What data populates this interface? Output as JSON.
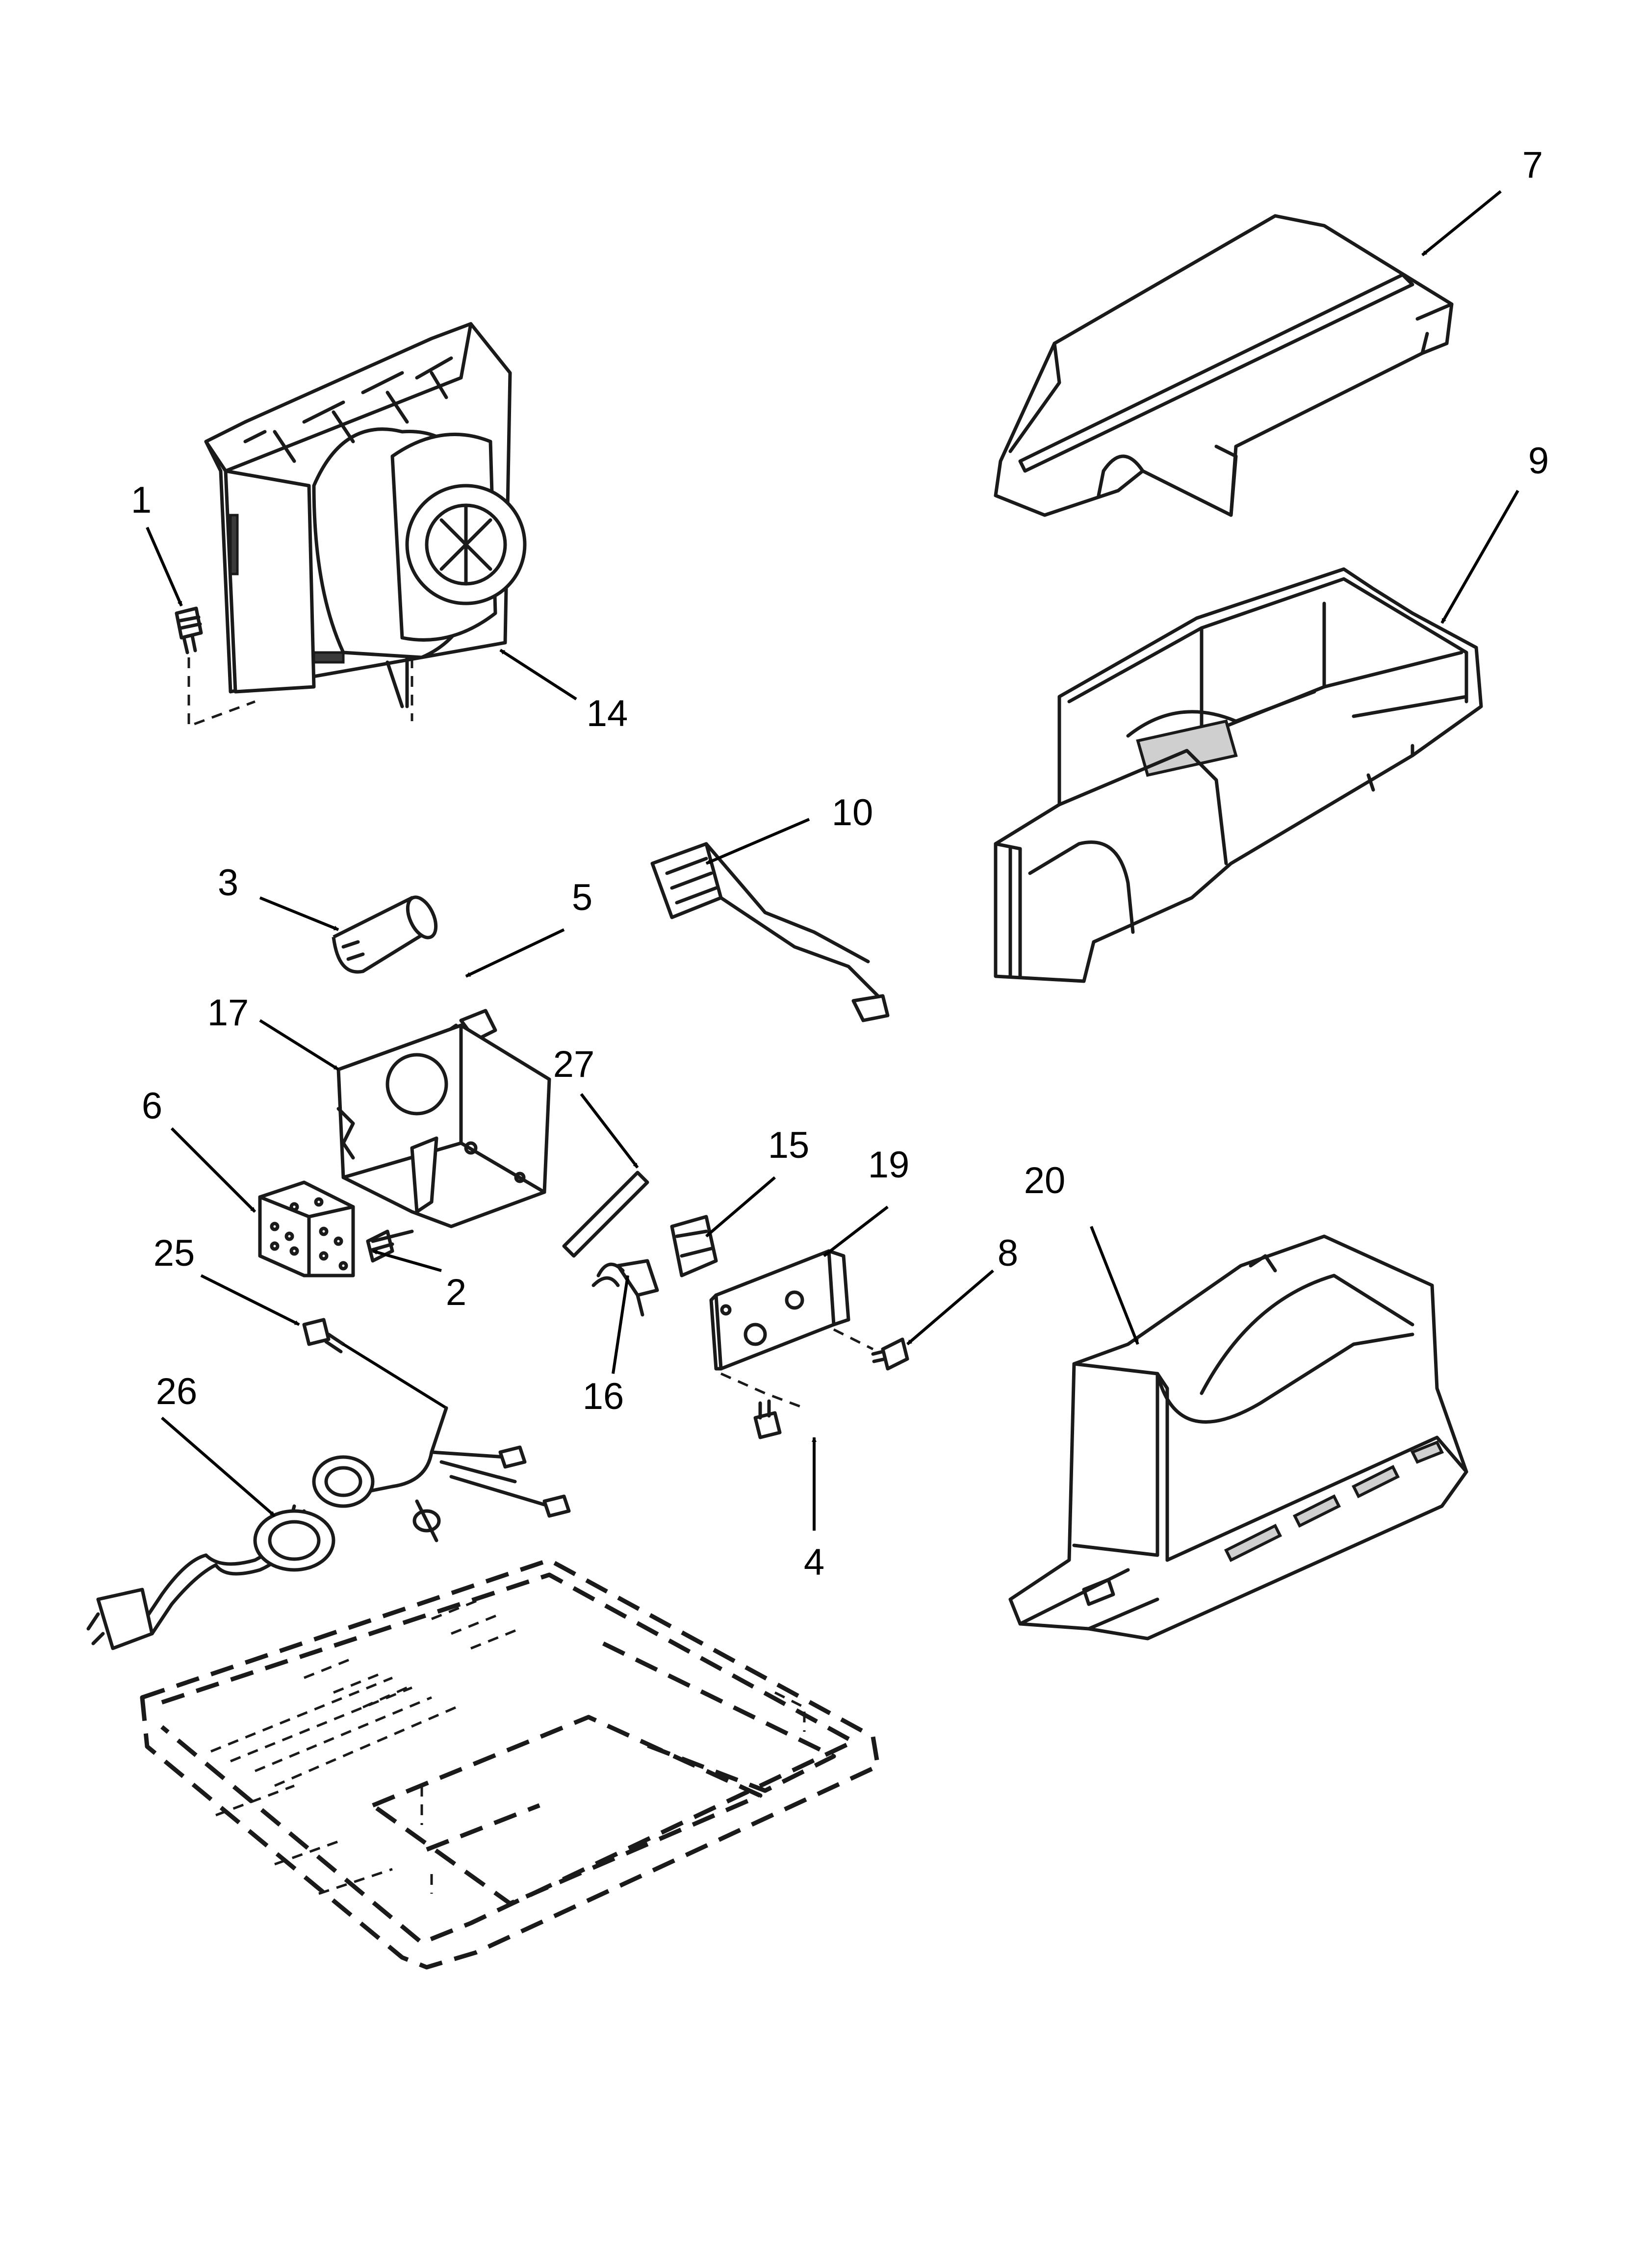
{
  "callouts": {
    "c1": "1",
    "c2": "2",
    "c3": "3",
    "c4": "4",
    "c5": "5",
    "c6": "6",
    "c7": "7",
    "c8": "8",
    "c9": "9",
    "c10": "10",
    "c14": "14",
    "c15": "15",
    "c16": "16",
    "c17": "17",
    "c19": "19",
    "c20": "20",
    "c25": "25",
    "c26": "26",
    "c27": "27"
  }
}
